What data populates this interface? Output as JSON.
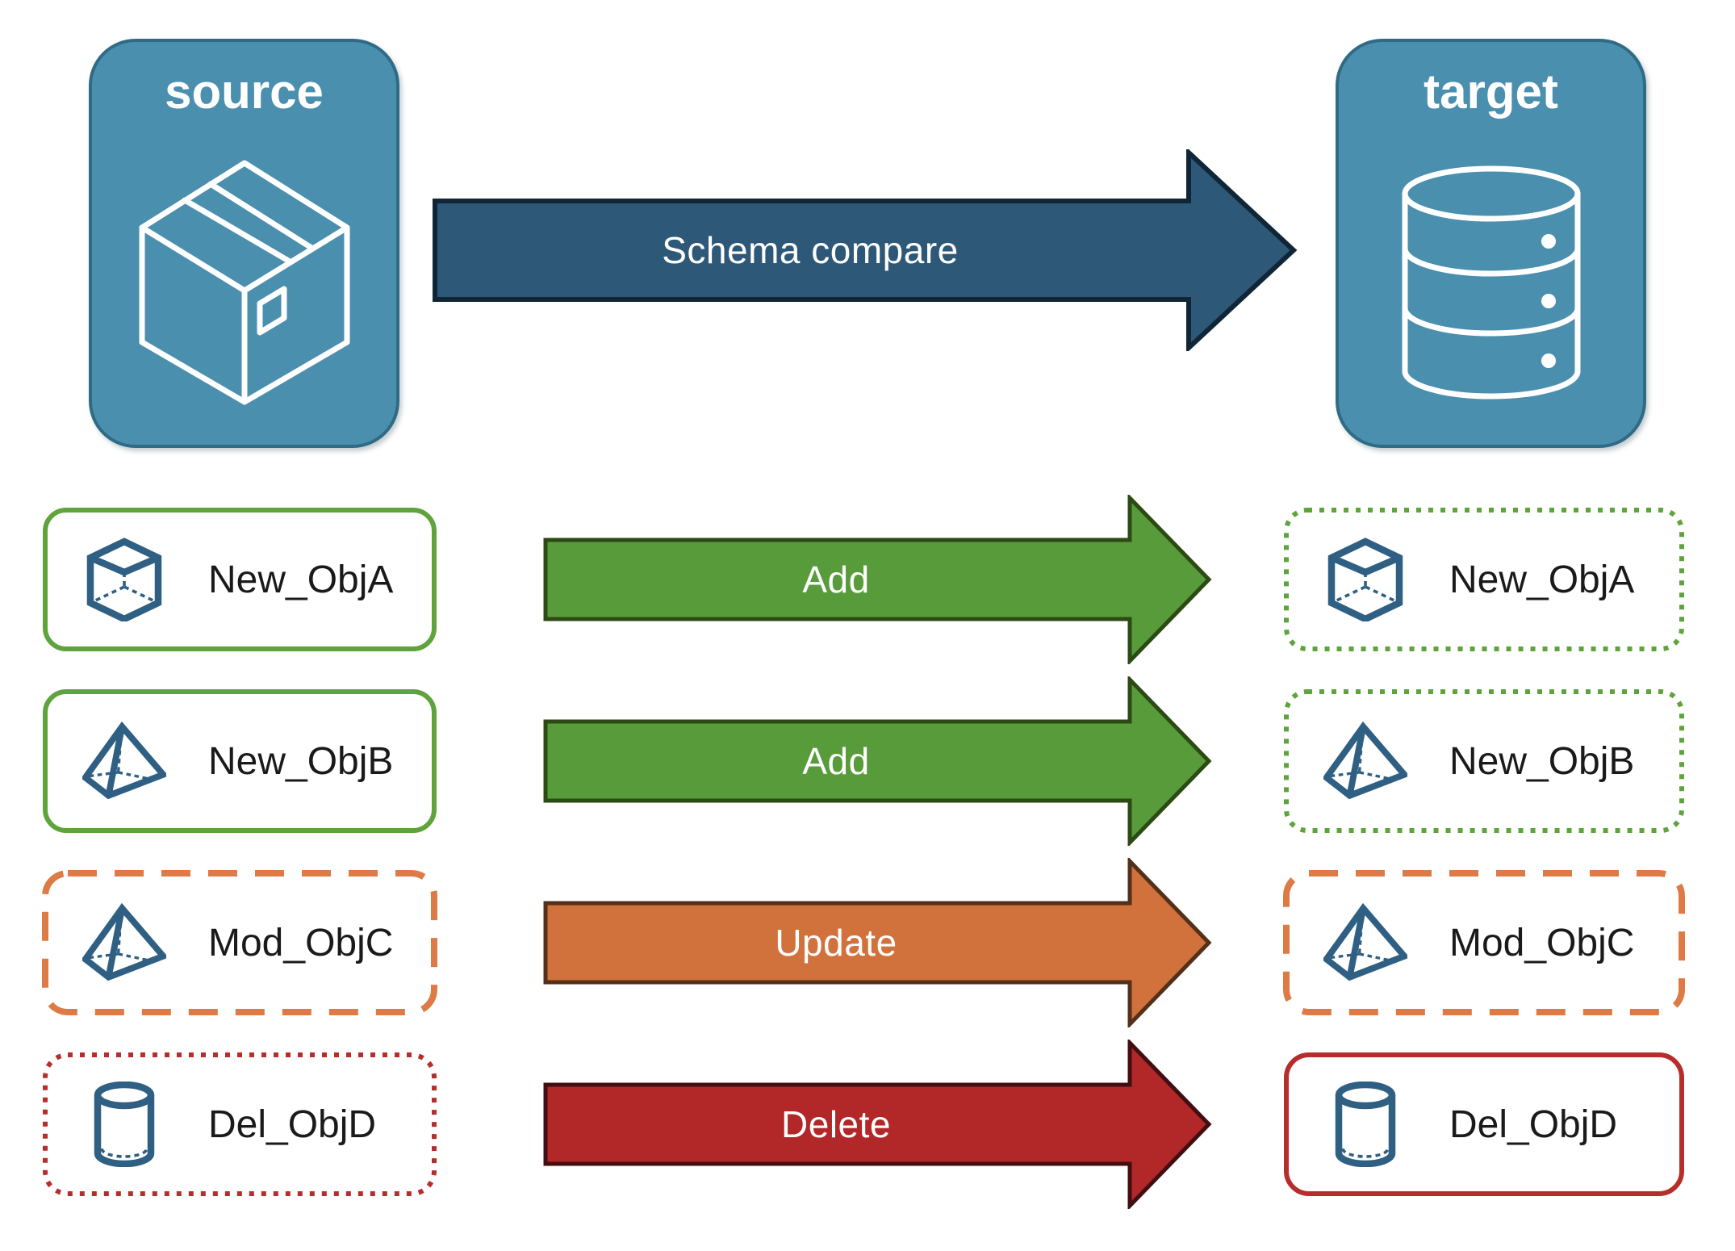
{
  "nodes": {
    "source": {
      "title": "source",
      "icon": "package-box-icon"
    },
    "target": {
      "title": "target",
      "icon": "database-icon"
    }
  },
  "compare_arrow": {
    "label": "Schema compare"
  },
  "rows": [
    {
      "action": "Add",
      "left": {
        "label": "New_ObjA",
        "icon": "cube-icon",
        "border_style": "solid-green"
      },
      "right": {
        "label": "New_ObjA",
        "icon": "cube-icon",
        "border_style": "dotted-green"
      }
    },
    {
      "action": "Add",
      "left": {
        "label": "New_ObjB",
        "icon": "pyramid-icon",
        "border_style": "solid-green"
      },
      "right": {
        "label": "New_ObjB",
        "icon": "pyramid-icon",
        "border_style": "dotted-green"
      }
    },
    {
      "action": "Update",
      "left": {
        "label": "Mod_ObjC",
        "icon": "pyramid-icon",
        "border_style": "dashed-orange"
      },
      "right": {
        "label": "Mod_ObjC",
        "icon": "pyramid-icon",
        "border_style": "dashed-orange"
      }
    },
    {
      "action": "Delete",
      "left": {
        "label": "Del_ObjD",
        "icon": "cylinder-icon",
        "border_style": "dotted-red"
      },
      "right": {
        "label": "Del_ObjD",
        "icon": "cylinder-icon",
        "border_style": "solid-red"
      }
    }
  ],
  "colors": {
    "node_fill": "#4B8FAE",
    "node_border": "#2F6B85",
    "compare_fill": "#2D5878",
    "compare_stroke": "#102536",
    "add_fill": "#579B3A",
    "add_stroke": "#2C4A14",
    "update_fill": "#D1713B",
    "update_stroke": "#53301A",
    "delete_fill": "#B22728",
    "delete_stroke": "#410E12",
    "box_green": "#5FA33C",
    "box_orange": "#DD7A45",
    "box_red": "#B62E2B",
    "shape_icon_stroke": "#2F6083",
    "label_text": "#1A1A1A"
  }
}
